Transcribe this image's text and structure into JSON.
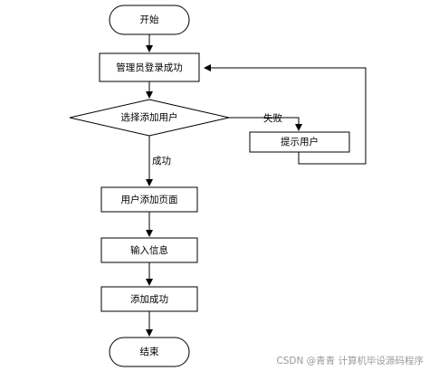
{
  "nodes": {
    "start": "开始",
    "admin_login": "管理员登录成功",
    "choose_add_user": "选择添加用户",
    "prompt_user": "提示用户",
    "add_user_page": "用户添加页面",
    "input_info": "输入信息",
    "add_success": "添加成功",
    "end": "结束"
  },
  "edges": {
    "failure_label": "失败",
    "success_label": "成功"
  },
  "watermark": "CSDN @青青  计算机毕设源码程序",
  "colors": {
    "stroke": "#000000",
    "fill": "#ffffff",
    "watermark": "#9a9a9a"
  }
}
